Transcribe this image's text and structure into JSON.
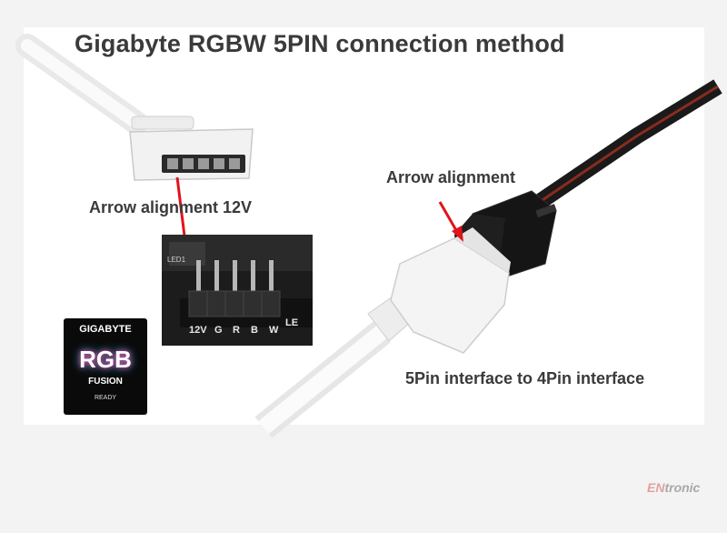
{
  "title": "Gigabyte RGBW 5PIN connection method",
  "labels": {
    "arrow_12v": "Arrow alignment 12V",
    "arrow": "Arrow alignment",
    "interface": "5Pin interface to 4Pin interface"
  },
  "badge": {
    "brand": "GIGABYTE",
    "rgb": "RGB",
    "fusion": "FUSION",
    "ready": "READY"
  },
  "board_pins": [
    "12V",
    "G",
    "R",
    "B",
    "W"
  ],
  "board_header": "LED1",
  "board_side_label": "LE",
  "watermark": {
    "prefix": "EN",
    "name": "tronic"
  },
  "colors": {
    "arrow": "#e0141b",
    "title": "#3a3a3a",
    "cable_white": "#f4f4f4",
    "cable_black": "#161616"
  }
}
